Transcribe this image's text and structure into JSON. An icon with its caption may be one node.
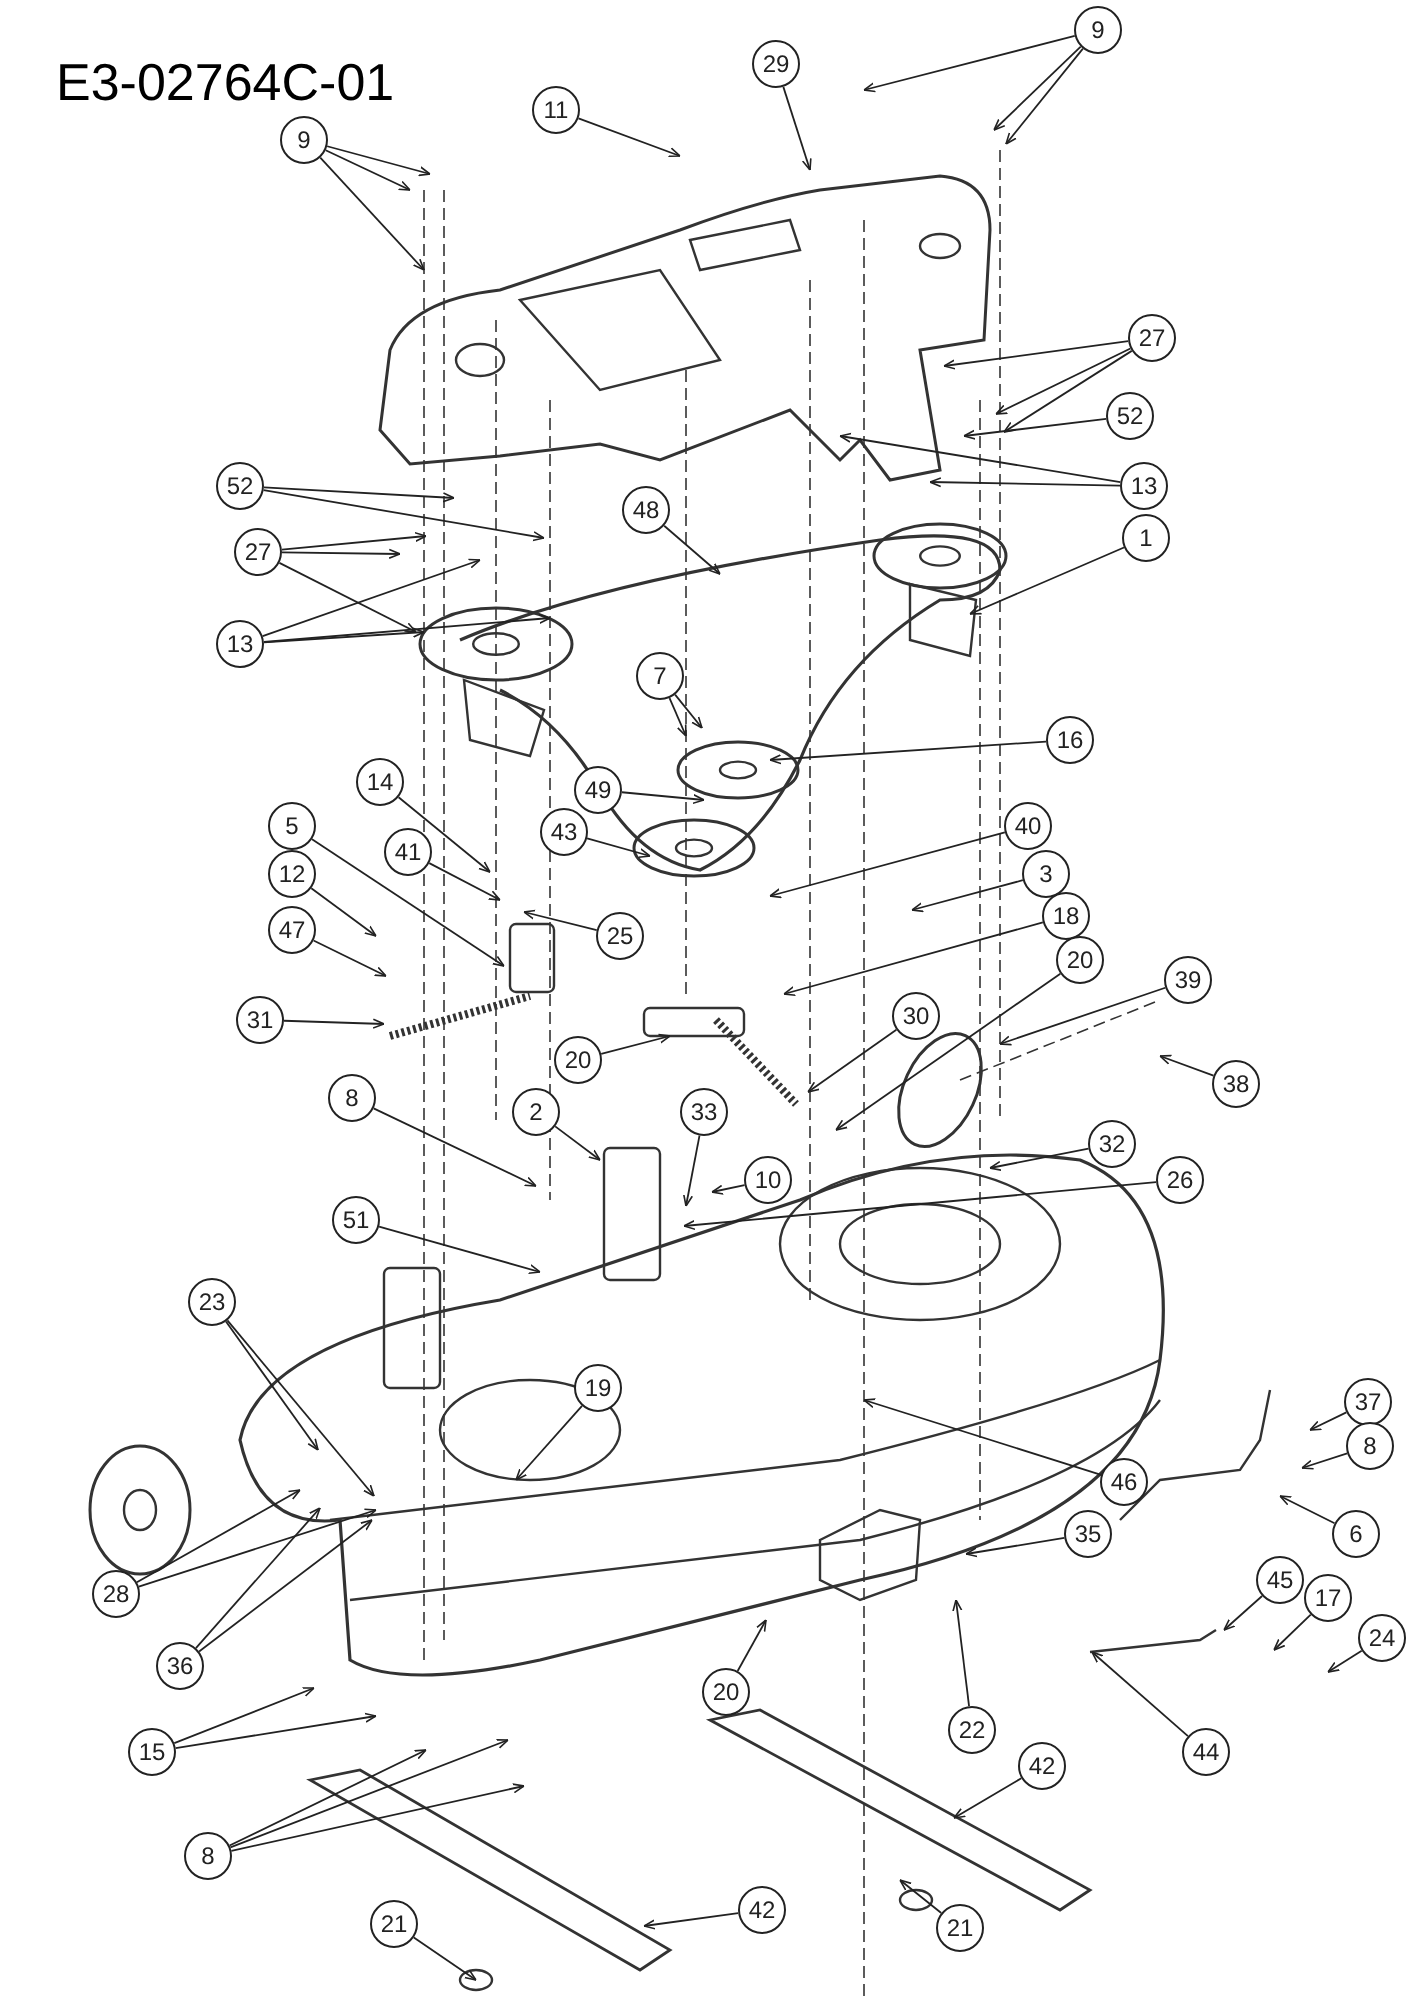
{
  "diagram": {
    "title": "E3-02764C-01",
    "nodes": [
      {
        "text": [
          "9"
        ]
      },
      {
        "text": [
          "29"
        ]
      },
      {
        "text": [
          "11"
        ]
      },
      {
        "text": [
          "9"
        ]
      },
      {
        "text": [
          "27"
        ]
      },
      {
        "text": [
          "52"
        ]
      },
      {
        "text": [
          "13"
        ]
      },
      {
        "text": [
          "52"
        ]
      },
      {
        "text": [
          "48"
        ]
      },
      {
        "text": [
          "27"
        ]
      },
      {
        "text": [
          "1"
        ]
      },
      {
        "text": [
          "13"
        ]
      },
      {
        "text": [
          "7"
        ]
      },
      {
        "text": [
          "16"
        ]
      },
      {
        "text": [
          "14"
        ]
      },
      {
        "text": [
          "49"
        ]
      },
      {
        "text": [
          "5"
        ]
      },
      {
        "text": [
          "41"
        ]
      },
      {
        "text": [
          "43"
        ]
      },
      {
        "text": [
          "40"
        ]
      },
      {
        "text": [
          "12"
        ]
      },
      {
        "text": [
          "3"
        ]
      },
      {
        "text": [
          "25"
        ]
      },
      {
        "text": [
          "18"
        ]
      },
      {
        "text": [
          "47"
        ]
      },
      {
        "text": [
          "20"
        ]
      },
      {
        "text": [
          "39"
        ]
      },
      {
        "text": [
          "31"
        ]
      },
      {
        "text": [
          "30"
        ]
      },
      {
        "text": [
          "20"
        ]
      },
      {
        "text": [
          "38"
        ]
      },
      {
        "text": [
          "8"
        ]
      },
      {
        "text": [
          "2"
        ]
      },
      {
        "text": [
          "33"
        ]
      },
      {
        "text": [
          "10"
        ]
      },
      {
        "text": [
          "32"
        ]
      },
      {
        "text": [
          "26"
        ]
      },
      {
        "text": [
          "51"
        ]
      },
      {
        "text": [
          "23"
        ]
      },
      {
        "text": [
          "19"
        ]
      },
      {
        "text": [
          "37"
        ]
      },
      {
        "text": [
          "8"
        ]
      },
      {
        "text": [
          "46"
        ]
      },
      {
        "text": [
          "6"
        ]
      },
      {
        "text": [
          "35"
        ]
      },
      {
        "text": [
          "45"
        ]
      },
      {
        "text": [
          "28"
        ]
      },
      {
        "text": [
          "17"
        ]
      },
      {
        "text": [
          "24"
        ]
      },
      {
        "text": [
          "36"
        ]
      },
      {
        "text": [
          "20"
        ]
      },
      {
        "text": [
          "22"
        ]
      },
      {
        "text": [
          "44"
        ]
      },
      {
        "text": [
          "15"
        ]
      },
      {
        "text": [
          "42"
        ]
      },
      {
        "text": [
          "8"
        ]
      },
      {
        "text": [
          "42"
        ]
      },
      {
        "text": [
          "21"
        ]
      },
      {
        "text": [
          "21"
        ]
      }
    ],
    "edges": [
      {
        "from": 0,
        "to": null,
        "arrow": "to"
      },
      {
        "from": 0,
        "to": null,
        "arrow": "to"
      },
      {
        "from": 0,
        "to": null,
        "arrow": "to"
      },
      {
        "from": 1,
        "to": null,
        "arrow": "to"
      },
      {
        "from": 2,
        "to": null,
        "arrow": "to"
      },
      {
        "from": 3,
        "to": null,
        "arrow": "to"
      },
      {
        "from": 3,
        "to": null,
        "arrow": "to"
      },
      {
        "from": 3,
        "to": null,
        "arrow": "to"
      },
      {
        "from": 4,
        "to": null,
        "arrow": "to"
      },
      {
        "from": 4,
        "to": null,
        "arrow": "to"
      },
      {
        "from": 4,
        "to": null,
        "arrow": "to"
      },
      {
        "from": 5,
        "to": null,
        "arrow": "to"
      },
      {
        "from": 6,
        "to": null,
        "arrow": "to"
      },
      {
        "from": 6,
        "to": null,
        "arrow": "to"
      },
      {
        "from": 7,
        "to": null,
        "arrow": "to"
      },
      {
        "from": 7,
        "to": null,
        "arrow": "to"
      },
      {
        "from": 8,
        "to": null,
        "arrow": "to"
      },
      {
        "from": 9,
        "to": null,
        "arrow": "to"
      },
      {
        "from": 9,
        "to": null,
        "arrow": "to"
      },
      {
        "from": 9,
        "to": null,
        "arrow": "to"
      },
      {
        "from": 10,
        "to": null,
        "arrow": "to"
      },
      {
        "from": 11,
        "to": null,
        "arrow": "to"
      },
      {
        "from": 11,
        "to": null,
        "arrow": "to"
      },
      {
        "from": 11,
        "to": null,
        "arrow": "to"
      },
      {
        "from": 12,
        "to": null,
        "arrow": "to"
      },
      {
        "from": 12,
        "to": null,
        "arrow": "to"
      },
      {
        "from": 13,
        "to": null,
        "arrow": "to"
      },
      {
        "from": 14,
        "to": null,
        "arrow": "to"
      },
      {
        "from": 15,
        "to": null,
        "arrow": "to"
      },
      {
        "from": 16,
        "to": null,
        "arrow": "to"
      },
      {
        "from": 17,
        "to": null,
        "arrow": "to"
      },
      {
        "from": 18,
        "to": null,
        "arrow": "to"
      },
      {
        "from": 19,
        "to": null,
        "arrow": "to"
      },
      {
        "from": 20,
        "to": null,
        "arrow": "to"
      },
      {
        "from": 21,
        "to": null,
        "arrow": "to"
      },
      {
        "from": 22,
        "to": null,
        "arrow": "to"
      },
      {
        "from": 23,
        "to": null,
        "arrow": "to"
      },
      {
        "from": 24,
        "to": null,
        "arrow": "to"
      },
      {
        "from": 25,
        "to": null,
        "arrow": "to"
      },
      {
        "from": 26,
        "to": null,
        "arrow": "to"
      },
      {
        "from": 27,
        "to": null,
        "arrow": "to"
      },
      {
        "from": 28,
        "to": null,
        "arrow": "to"
      },
      {
        "from": 29,
        "to": null,
        "arrow": "to"
      },
      {
        "from": 30,
        "to": null,
        "arrow": "to"
      },
      {
        "from": 31,
        "to": null,
        "arrow": "to"
      },
      {
        "from": 32,
        "to": null,
        "arrow": "to"
      },
      {
        "from": 33,
        "to": null,
        "arrow": "to"
      },
      {
        "from": 34,
        "to": null,
        "arrow": "to"
      },
      {
        "from": 35,
        "to": null,
        "arrow": "to"
      },
      {
        "from": 36,
        "to": null,
        "arrow": "to"
      },
      {
        "from": 37,
        "to": null,
        "arrow": "to"
      },
      {
        "from": 38,
        "to": null,
        "arrow": "to"
      },
      {
        "from": 38,
        "to": null,
        "arrow": "to"
      },
      {
        "from": 39,
        "to": null,
        "arrow": "to"
      },
      {
        "from": 40,
        "to": null,
        "arrow": "to"
      },
      {
        "from": 41,
        "to": null,
        "arrow": "to"
      },
      {
        "from": 42,
        "to": null,
        "arrow": "to"
      },
      {
        "from": 43,
        "to": null,
        "arrow": "to"
      },
      {
        "from": 44,
        "to": null,
        "arrow": "to"
      },
      {
        "from": 45,
        "to": null,
        "arrow": "to"
      },
      {
        "from": 46,
        "to": null,
        "arrow": "to"
      },
      {
        "from": 46,
        "to": null,
        "arrow": "to"
      },
      {
        "from": 47,
        "to": null,
        "arrow": "to"
      },
      {
        "from": 48,
        "to": null,
        "arrow": "to"
      },
      {
        "from": 49,
        "to": null,
        "arrow": "to"
      },
      {
        "from": 49,
        "to": null,
        "arrow": "to"
      },
      {
        "from": 50,
        "to": null,
        "arrow": "to"
      },
      {
        "from": 51,
        "to": null,
        "arrow": "to"
      },
      {
        "from": 52,
        "to": null,
        "arrow": "to"
      },
      {
        "from": 53,
        "to": null,
        "arrow": "to"
      },
      {
        "from": 53,
        "to": null,
        "arrow": "to"
      },
      {
        "from": 54,
        "to": null,
        "arrow": "to"
      },
      {
        "from": 55,
        "to": null,
        "arrow": "to"
      },
      {
        "from": 55,
        "to": null,
        "arrow": "to"
      },
      {
        "from": 55,
        "to": null,
        "arrow": "to"
      },
      {
        "from": 56,
        "to": null,
        "arrow": "to"
      },
      {
        "from": 57,
        "to": null,
        "arrow": "to"
      },
      {
        "from": 58,
        "to": null,
        "arrow": "to"
      }
    ]
  }
}
